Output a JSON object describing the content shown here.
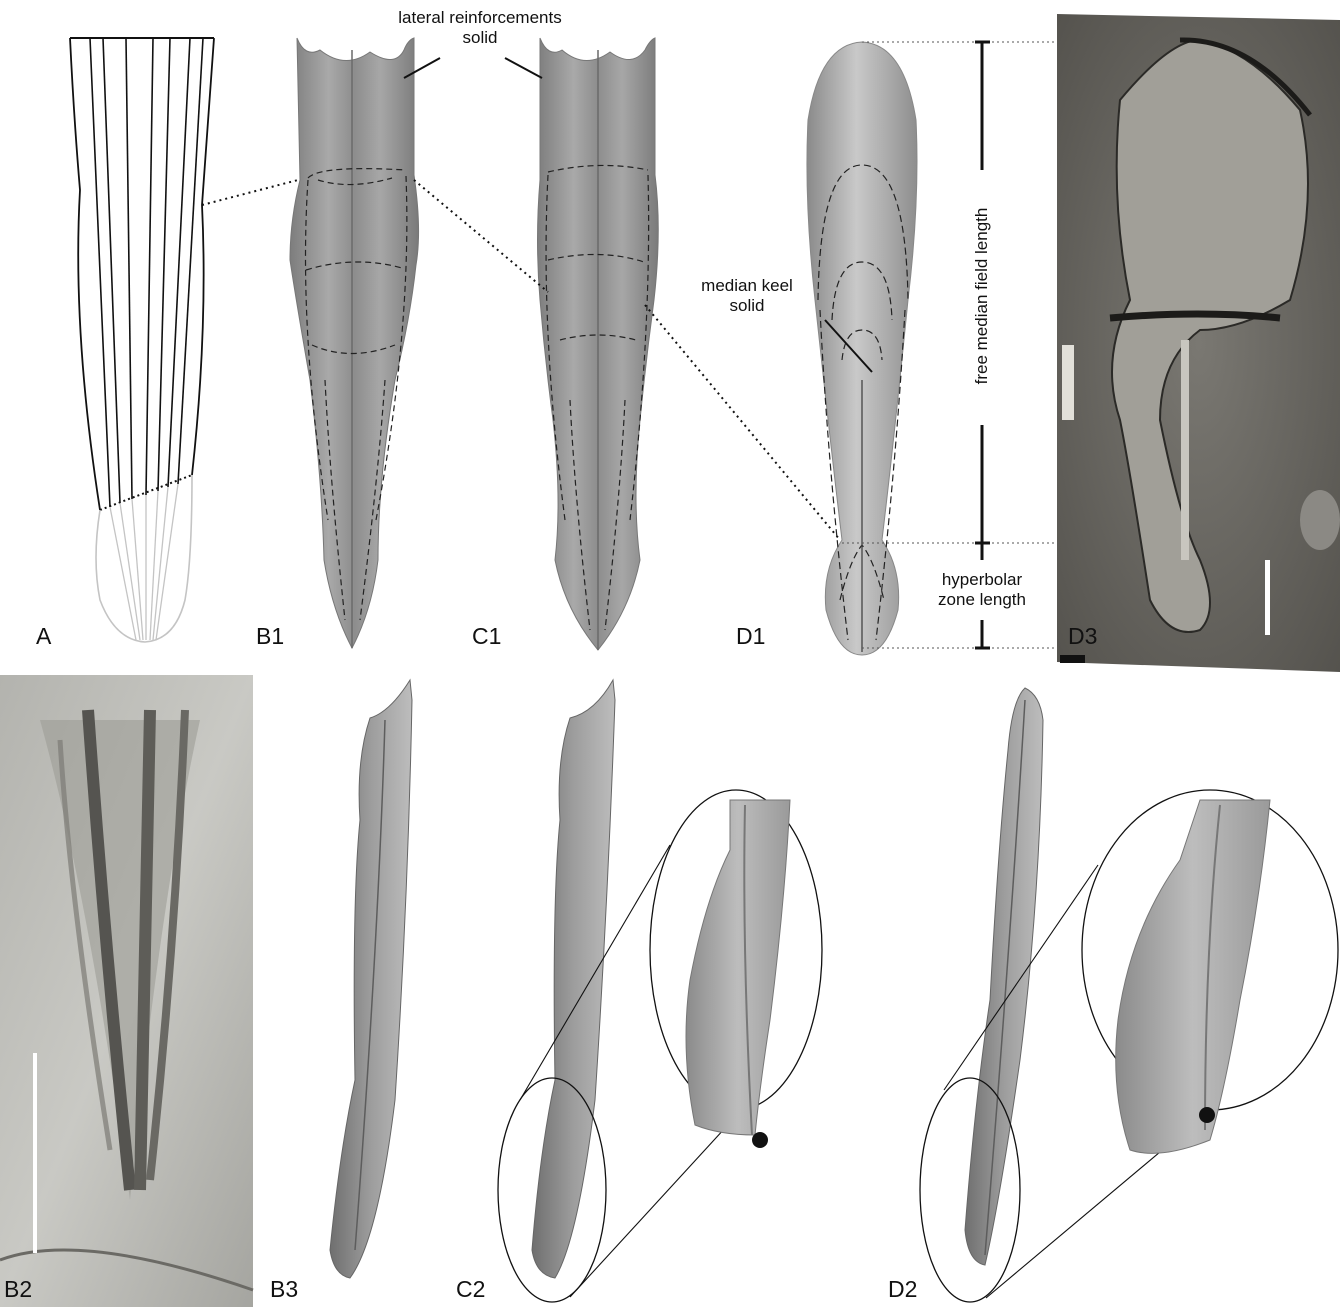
{
  "panels": {
    "A": "A",
    "B1": "B1",
    "C1": "C1",
    "D1": "D1",
    "D3": "D3",
    "B2": "B2",
    "B3": "B3",
    "C2": "C2",
    "D2": "D2"
  },
  "annotations": {
    "lateral_line1": "lateral reinforcements",
    "lateral_line2": "solid",
    "median_line1": "median keel",
    "median_line2": "solid",
    "free_median": "free median field length",
    "hyperbolar_line1": "hyperbolar",
    "hyperbolar_line2": "zone length"
  },
  "colors": {
    "model_fill": "#9a9a9a",
    "model_dark": "#6e6e6e",
    "photo_dark": "#5a5a55",
    "photo_light": "#b9b9b4",
    "outline": "#111111",
    "ghost": "#c4c4c4"
  }
}
